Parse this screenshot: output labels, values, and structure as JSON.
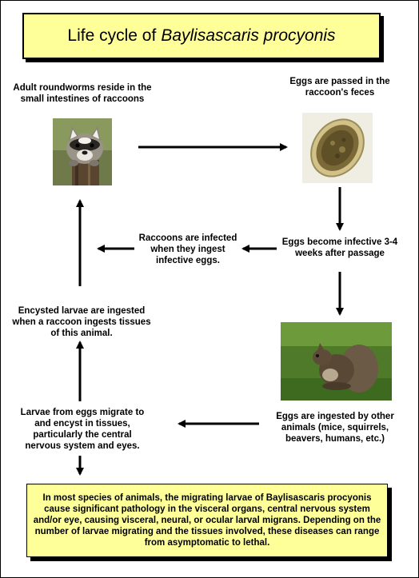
{
  "title": {
    "prefix": "Life cycle of",
    "species": "Baylisascaris procyonis"
  },
  "steps": {
    "adult": "Adult roundworms reside in the small intestines of raccoons",
    "eggs_passed": "Eggs are passed in the raccoon's feces",
    "eggs_infective": "Eggs become infective 3-4 weeks after passage",
    "raccoons_infected": "Raccoons are infected when they ingest infective eggs.",
    "eggs_ingested": "Eggs are ingested by other animals (mice, squirrels, beavers, humans, etc.)",
    "larvae_migrate": "Larvae from eggs migrate to and encyst in tissues, particularly the central nervous system and eyes.",
    "encysted_ingested": "Encysted larvae are ingested when a raccoon ingests tissues of this animal."
  },
  "note": "In most species of animals, the migrating larvae of Baylisascaris procyonis cause significant pathology in the visceral organs, central nervous system and/or eye, causing visceral, neural, or ocular larval migrans. Depending on the number of larvae migrating and the tissues involved, these diseases can range from asymptomatic to lethal."
}
